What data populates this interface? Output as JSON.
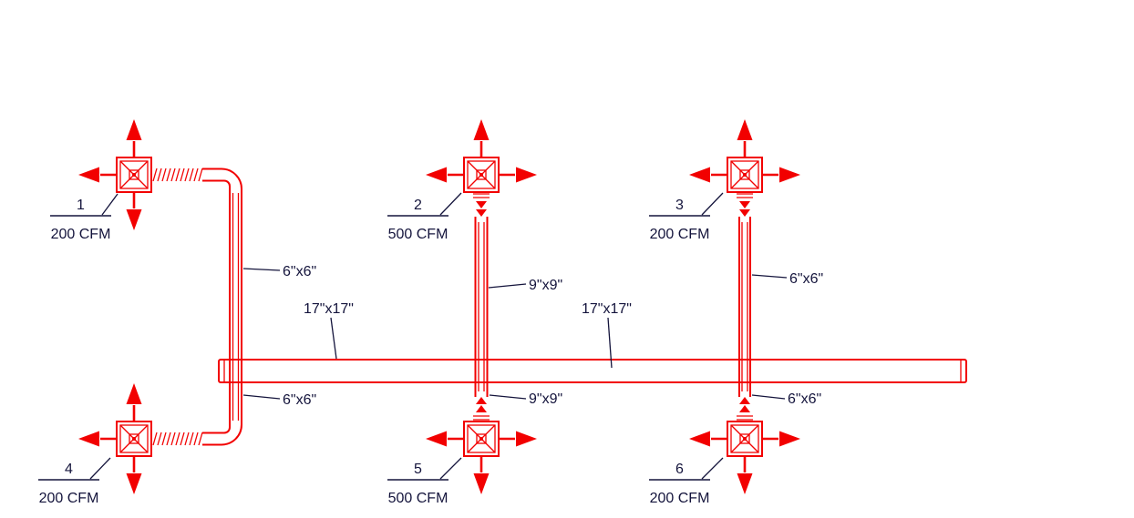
{
  "colors": {
    "duct": "#f20000",
    "annotation": "#14143c",
    "background": "#ffffff"
  },
  "diffusers": [
    {
      "number": "1",
      "cfm": "200 CFM"
    },
    {
      "number": "2",
      "cfm": "500 CFM"
    },
    {
      "number": "3",
      "cfm": "200 CFM"
    },
    {
      "number": "4",
      "cfm": "200 CFM"
    },
    {
      "number": "5",
      "cfm": "500 CFM"
    },
    {
      "number": "6",
      "cfm": "200 CFM"
    }
  ],
  "duct_sizes": {
    "branch_1": "6\"x6\"",
    "branch_2": "9\"x9\"",
    "branch_3": "6\"x6\"",
    "branch_4": "6\"x6\"",
    "branch_5": "9\"x9\"",
    "branch_6": "6\"x6\"",
    "main_left": "17\"x17\"",
    "main_right": "17\"x17\""
  }
}
